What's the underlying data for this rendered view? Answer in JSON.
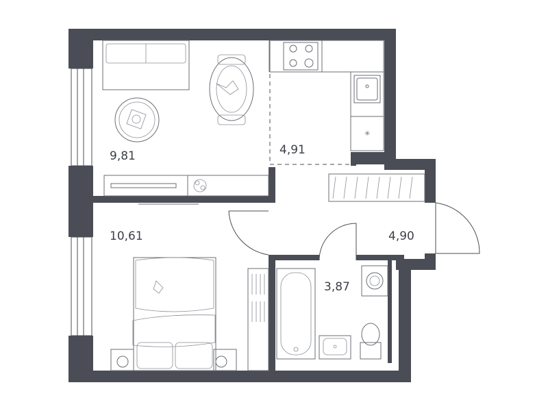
{
  "rooms": [
    {
      "id": "living",
      "area": "9,81"
    },
    {
      "id": "kitchen",
      "area": "4,91"
    },
    {
      "id": "bedroom",
      "area": "10,61"
    },
    {
      "id": "hall",
      "area": "4,90"
    },
    {
      "id": "bathroom",
      "area": "3,87"
    }
  ],
  "colors": {
    "wall": "#4a4d55",
    "furniture": "#6a6d74",
    "background": "#ffffff"
  }
}
